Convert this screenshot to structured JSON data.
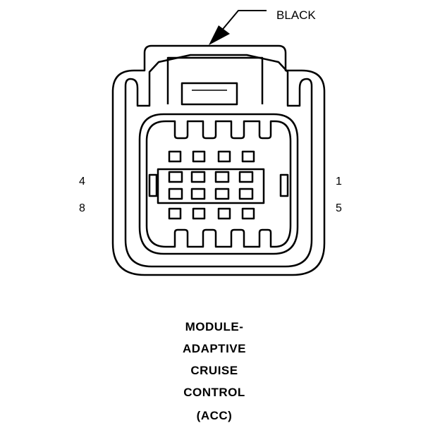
{
  "callout": {
    "color_label": "BLACK"
  },
  "pin_labels": {
    "top_left": "4",
    "bottom_left": "8",
    "top_right": "1",
    "bottom_right": "5"
  },
  "title_lines": [
    "MODULE-",
    "ADAPTIVE",
    "CRUISE",
    "CONTROL",
    "(ACC)"
  ],
  "colors": {
    "line": "#000000",
    "background": "#ffffff"
  }
}
